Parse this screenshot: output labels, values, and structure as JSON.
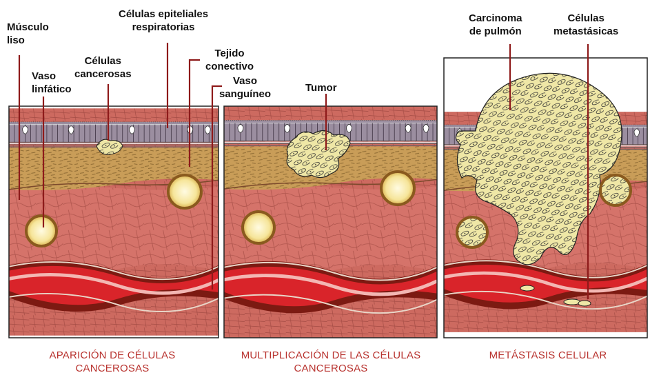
{
  "colors": {
    "muscle": "#d5736a",
    "muscle_lines": "#a94a43",
    "connective": "#c79a55",
    "connective_dark": "#9b7339",
    "epithelium": "#9b8ea0",
    "vessel_wall": "#7c1a12",
    "blood": "#d9242a",
    "blood_light": "#f3b7b3",
    "lymph": "#fbf0b8",
    "lymph_ring": "#8a5a1e",
    "tumor": "#efe7a6",
    "tumor_outline": "#222222",
    "pointer": "#8e1a1a",
    "caption": "#b8322e",
    "label": "#111111"
  },
  "labels": {
    "musculo_liso": [
      "Músculo",
      "liso"
    ],
    "vaso_linfatico": [
      "Vaso",
      "linfático"
    ],
    "celulas_cancerosas": [
      "Células",
      "cancerosas"
    ],
    "celulas_epiteliales": [
      "Células epiteliales",
      "respiratorias"
    ],
    "tejido_conectivo": [
      "Tejido",
      "conectivo"
    ],
    "vaso_sanguineo": [
      "Vaso",
      "sanguíneo"
    ],
    "tumor": [
      "Tumor"
    ],
    "carcinoma": [
      "Carcinoma",
      "de pulmón"
    ],
    "celulas_metastasicas": [
      "Células",
      "metastásicas"
    ]
  },
  "captions": {
    "panel1": [
      "APARICIÓN DE CÉLULAS",
      "CANCEROSAS"
    ],
    "panel2": [
      "MULTIPLICACIÓN DE LAS CÉLULAS",
      "CANCEROSAS"
    ],
    "panel3": [
      "METÁSTASIS CELULAR"
    ]
  }
}
